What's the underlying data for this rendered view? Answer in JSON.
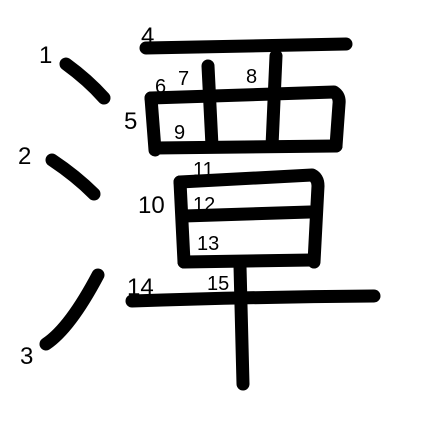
{
  "character": "潭",
  "stroke_count": 15,
  "stroke_color": "#000000",
  "background_color": "#ffffff",
  "stroke_labels": [
    "1",
    "2",
    "3",
    "4",
    "5",
    "6",
    "7",
    "8",
    "9",
    "10",
    "11",
    "12",
    "13",
    "14",
    "15"
  ]
}
